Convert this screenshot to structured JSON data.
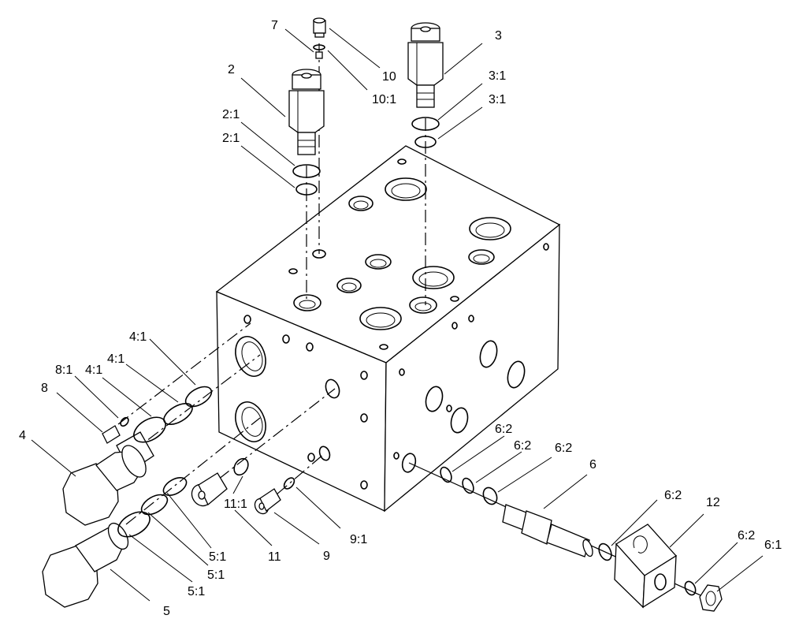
{
  "diagram": {
    "labels": [
      {
        "id": "p7",
        "text": "7"
      },
      {
        "id": "p10",
        "text": "10"
      },
      {
        "id": "p10_1",
        "text": "10:1"
      },
      {
        "id": "p3",
        "text": "3"
      },
      {
        "id": "p3_1a",
        "text": "3:1"
      },
      {
        "id": "p3_1b",
        "text": "3:1"
      },
      {
        "id": "p2",
        "text": "2"
      },
      {
        "id": "p2_1a",
        "text": "2:1"
      },
      {
        "id": "p2_1b",
        "text": "2:1"
      },
      {
        "id": "p4_1a",
        "text": "4:1"
      },
      {
        "id": "p4_1b",
        "text": "4:1"
      },
      {
        "id": "p4_1c",
        "text": "4:1"
      },
      {
        "id": "p8_1",
        "text": "8:1"
      },
      {
        "id": "p8",
        "text": "8"
      },
      {
        "id": "p4",
        "text": "4"
      },
      {
        "id": "p6_2a",
        "text": "6:2"
      },
      {
        "id": "p6_2b",
        "text": "6:2"
      },
      {
        "id": "p6_2c",
        "text": "6:2"
      },
      {
        "id": "p6",
        "text": "6"
      },
      {
        "id": "p6_2d",
        "text": "6:2"
      },
      {
        "id": "p12",
        "text": "12"
      },
      {
        "id": "p6_2e",
        "text": "6:2"
      },
      {
        "id": "p6_1",
        "text": "6:1"
      },
      {
        "id": "p11_1",
        "text": "11:1"
      },
      {
        "id": "p9_1",
        "text": "9:1"
      },
      {
        "id": "p5_1a",
        "text": "5:1"
      },
      {
        "id": "p5_1b",
        "text": "5:1"
      },
      {
        "id": "p5_1c",
        "text": "5:1"
      },
      {
        "id": "p11",
        "text": "11"
      },
      {
        "id": "p9",
        "text": "9"
      },
      {
        "id": "p5",
        "text": "5"
      }
    ]
  }
}
